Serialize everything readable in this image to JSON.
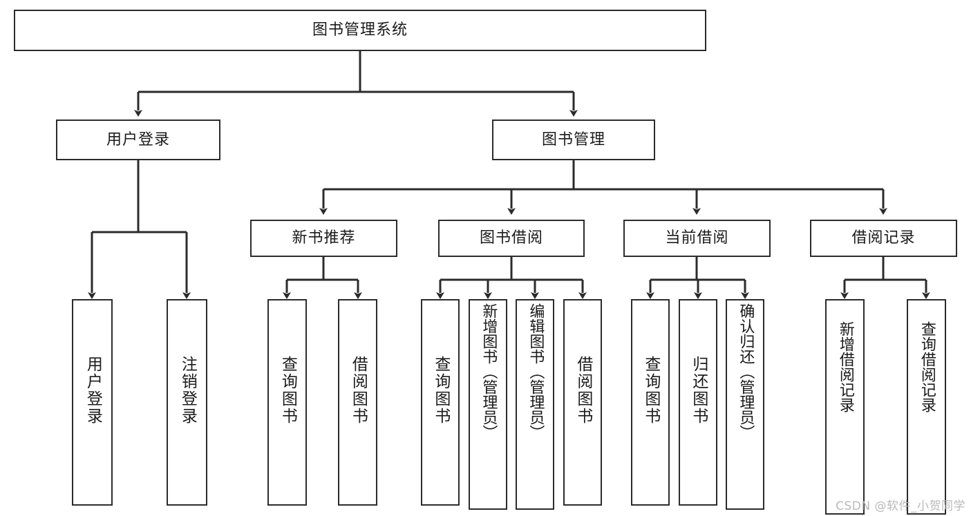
{
  "diagram": {
    "type": "tree-hierarchy",
    "title": "图书管理系统",
    "watermark": "CSDN @软件_小贺同学",
    "colors": {
      "stroke": "#2b2b2b",
      "background": "#ffffff",
      "text": "#1a1a1a",
      "watermark": "#b9b9b9"
    },
    "levels": {
      "root": {
        "label": "图书管理系统"
      },
      "level2": [
        {
          "id": "user-login",
          "label": "用户登录"
        },
        {
          "id": "book-management",
          "label": "图书管理"
        }
      ],
      "level3": [
        {
          "id": "new-book-recommend",
          "label": "新书推荐",
          "parent": "book-management"
        },
        {
          "id": "book-borrow",
          "label": "图书借阅",
          "parent": "book-management"
        },
        {
          "id": "current-borrow",
          "label": "当前借阅",
          "parent": "book-management"
        },
        {
          "id": "borrow-record",
          "label": "借阅记录",
          "parent": "book-management"
        }
      ],
      "leaves": [
        {
          "id": "leaf-user-login",
          "label": "用户登录",
          "parent": "user-login"
        },
        {
          "id": "leaf-logout",
          "label": "注销登录",
          "parent": "user-login"
        },
        {
          "id": "leaf-query-book-1",
          "label": "查询图书",
          "parent": "new-book-recommend"
        },
        {
          "id": "leaf-borrow-book-1",
          "label": "借阅图书",
          "parent": "new-book-recommend"
        },
        {
          "id": "leaf-query-book-2",
          "label": "查询图书",
          "parent": "book-borrow"
        },
        {
          "id": "leaf-add-book",
          "label": "新增图书（管理员）",
          "parent": "book-borrow"
        },
        {
          "id": "leaf-edit-book",
          "label": "编辑图书（管理员）",
          "parent": "book-borrow"
        },
        {
          "id": "leaf-borrow-book-2",
          "label": "借阅图书",
          "parent": "book-borrow"
        },
        {
          "id": "leaf-query-book-3",
          "label": "查询图书",
          "parent": "current-borrow"
        },
        {
          "id": "leaf-return-book",
          "label": "归还图书",
          "parent": "current-borrow"
        },
        {
          "id": "leaf-confirm-return",
          "label": "确认归还（管理员）",
          "parent": "current-borrow"
        },
        {
          "id": "leaf-add-record",
          "label": "新增借阅记录",
          "parent": "borrow-record"
        },
        {
          "id": "leaf-query-record",
          "label": "查询借阅记录",
          "parent": "borrow-record"
        }
      ]
    }
  }
}
